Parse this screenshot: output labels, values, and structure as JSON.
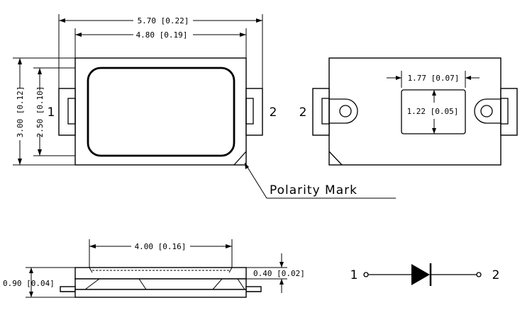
{
  "top_view": {
    "dim_width_outer": "5.70 [0.22]",
    "dim_width_inner": "4.80 [0.19]",
    "dim_height_outer": "3.00 [0.12]",
    "dim_height_inner": "2.50 [0.10]",
    "pin_left": "1",
    "pin_right": "2",
    "polarity_label": "Polarity Mark"
  },
  "bottom_view": {
    "pin_left": "2",
    "dim_pad_width": "1.77 [0.07]",
    "dim_pad_height": "1.22 [0.05]"
  },
  "side_view": {
    "dim_lens_width": "4.00 [0.16]",
    "dim_total_height": "0.90 [0.04]",
    "dim_lens_height": "0.40 [0.02]"
  },
  "schematic": {
    "anode_pin": "1",
    "cathode_pin": "2"
  }
}
